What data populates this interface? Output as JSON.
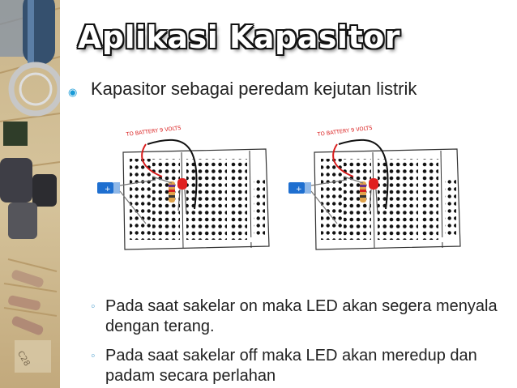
{
  "slide": {
    "title": "Aplikasi Kapasitor",
    "bullet": {
      "marker": "◉",
      "text": "Kapasitor sebagai peredam kejutan listrik"
    },
    "diagram_label": "TO BATTERY 9 VOLTS",
    "sub_bullets": [
      {
        "marker": "◦",
        "text": "Pada saat sakelar on maka LED akan segera menyala dengan terang."
      },
      {
        "marker": "◦",
        "text": "Pada saat sakelar off maka LED akan meredup dan padam secara perlahan"
      }
    ]
  },
  "colors": {
    "accent": "#1a9bd7",
    "title_outline": "#111111",
    "led": "#e02020",
    "capacitor": "#1e6fd0"
  }
}
